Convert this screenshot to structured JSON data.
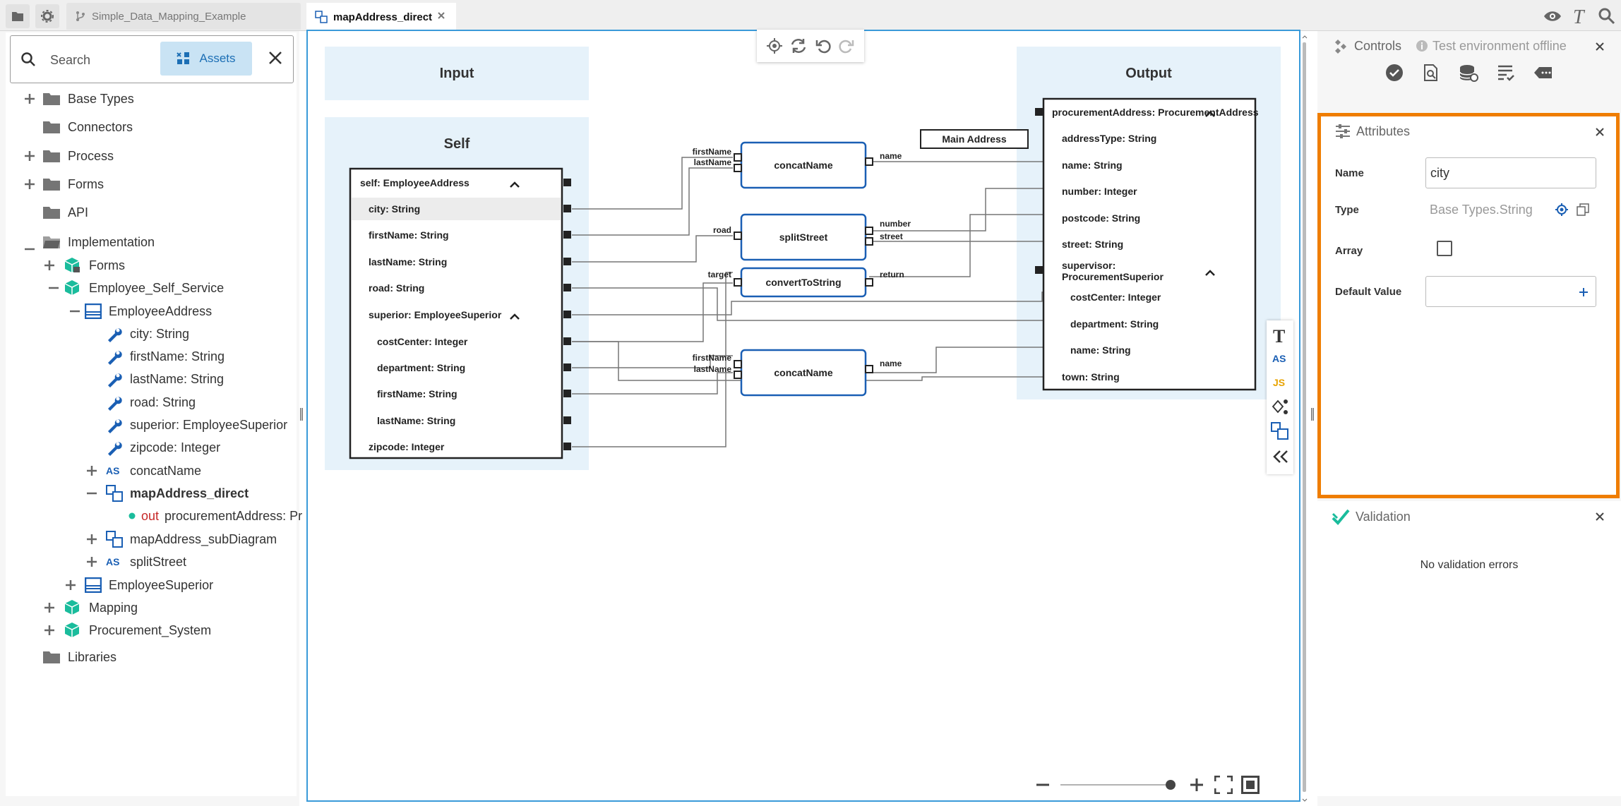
{
  "tabs": {
    "project": "Simple_Data_Mapping_Example",
    "active": "mapAddress_direct"
  },
  "search": {
    "placeholder": "Search",
    "assets_label": "Assets"
  },
  "tree": [
    {
      "label": "Base Types"
    },
    {
      "label": "Connectors"
    },
    {
      "label": "Process"
    },
    {
      "label": "Forms"
    },
    {
      "label": "API"
    },
    {
      "label": "Implementation"
    },
    {
      "label": "Forms"
    },
    {
      "label": "Employee_Self_Service"
    },
    {
      "label": "EmployeeAddress"
    },
    {
      "label": "city: String"
    },
    {
      "label": "firstName: String"
    },
    {
      "label": "lastName: String"
    },
    {
      "label": "road: String"
    },
    {
      "label": "superior: EmployeeSuperior"
    },
    {
      "label": "zipcode: Integer"
    },
    {
      "label": "concatName"
    },
    {
      "label": "mapAddress_direct"
    },
    {
      "label": "procurementAddress: Pr",
      "prefix": "out"
    },
    {
      "label": "mapAddress_subDiagram"
    },
    {
      "label": "splitStreet"
    },
    {
      "label": "EmployeeSuperior"
    },
    {
      "label": "Mapping"
    },
    {
      "label": "Procurement_System"
    },
    {
      "label": "Libraries"
    }
  ],
  "diagram": {
    "input_title": "Input",
    "self_title": "Self",
    "output_title": "Output",
    "main_address": "Main Address",
    "self_header": "self: EmployeeAddress",
    "self_rows": [
      "city: String",
      "firstName: String",
      "lastName: String",
      "road: String",
      "superior: EmployeeSuperior",
      "costCenter: Integer",
      "department: String",
      "firstName: String",
      "lastName: String",
      "zipcode: Integer"
    ],
    "out_header": "procurementAddress: ProcurementAddress",
    "out_rows": [
      "addressType: String",
      "name: String",
      "number: Integer",
      "postcode: String",
      "street: String",
      "supervisor:",
      "ProcurementSuperior",
      "costCenter: Integer",
      "department: String",
      "name: String",
      "town: String"
    ],
    "funcs": {
      "concat1": "concatName",
      "split": "splitStreet",
      "convert": "convertToString",
      "concat2": "concatName"
    },
    "ports": {
      "firstName": "firstName",
      "lastName": "lastName",
      "name": "name",
      "road": "road",
      "number": "number",
      "street": "street",
      "target": "target",
      "return": "return"
    }
  },
  "side_tools": {
    "text": "T",
    "as": "AS",
    "js": "JS"
  },
  "controls": {
    "title": "Controls",
    "status": "Test environment offline"
  },
  "attributes": {
    "title": "Attributes",
    "name_label": "Name",
    "name_value": "city",
    "type_label": "Type",
    "type_value": "Base Types.String",
    "array_label": "Array",
    "array_checked": false,
    "default_label": "Default Value",
    "default_value": ""
  },
  "validation": {
    "title": "Validation",
    "message": "No validation errors"
  },
  "colors": {
    "accent_blue": "#1a5fb4",
    "selection_orange": "#ef7d00",
    "canvas_border": "#3a9ad9",
    "region_bg": "#e6f2fa",
    "teal": "#1abc9c",
    "out_red": "#c62828"
  }
}
